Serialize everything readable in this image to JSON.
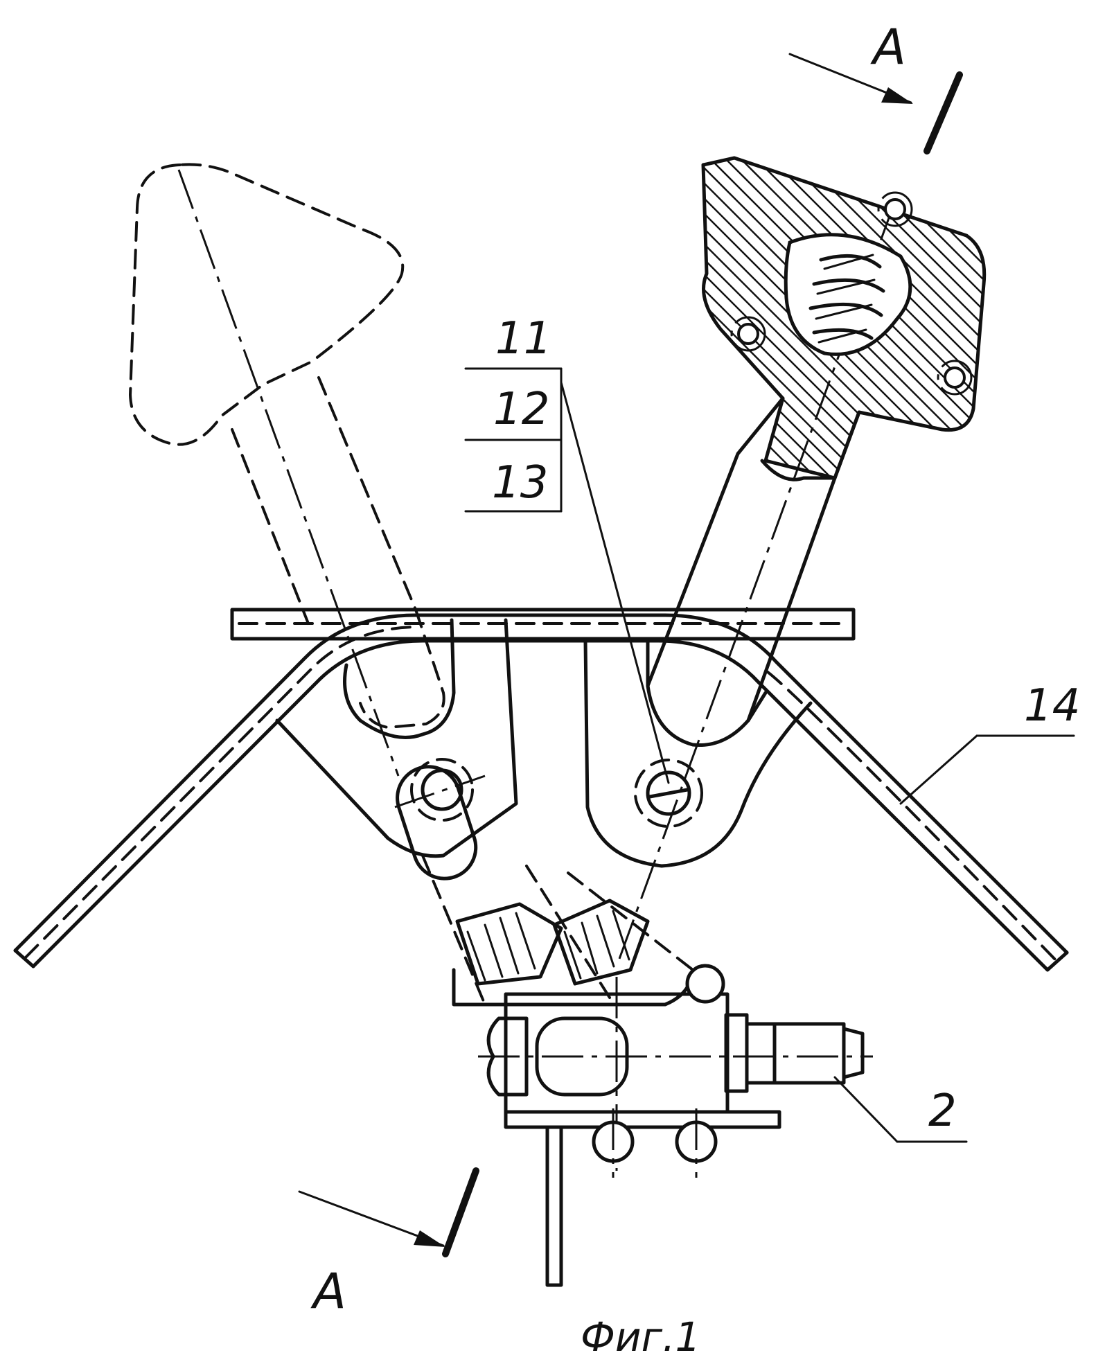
{
  "figure": {
    "caption": "Фиг.1",
    "section_marker": "А",
    "labels": {
      "stack": [
        "11",
        "12",
        "13"
      ],
      "right_part": "14",
      "fitting": "2"
    }
  }
}
